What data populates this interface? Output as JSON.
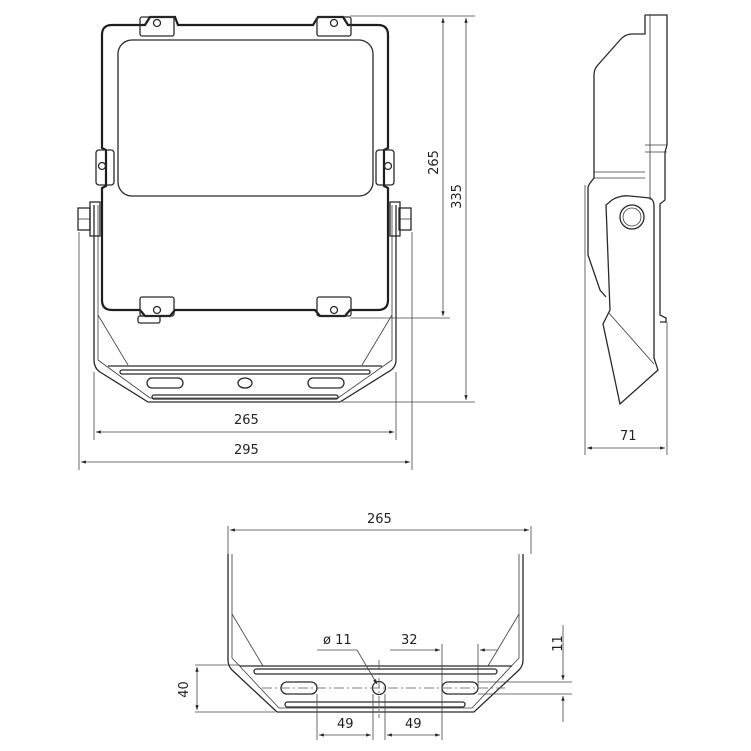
{
  "drawing": {
    "title": "Floodlight dimensional drawing",
    "units": "mm",
    "line_color": "#222222",
    "background": "#ffffff"
  },
  "front_view": {
    "dimensions": {
      "body_height": "265",
      "overall_height": "335",
      "bracket_width": "265",
      "overall_width": "295"
    }
  },
  "side_view": {
    "dimensions": {
      "depth": "71"
    }
  },
  "bracket_view": {
    "dimensions": {
      "bracket_width": "265",
      "hole_diameter": "ø 11",
      "slot_length": "32",
      "slot_width": "11",
      "base_depth": "40",
      "slot_offset_left": "49",
      "slot_offset_right": "49"
    }
  }
}
